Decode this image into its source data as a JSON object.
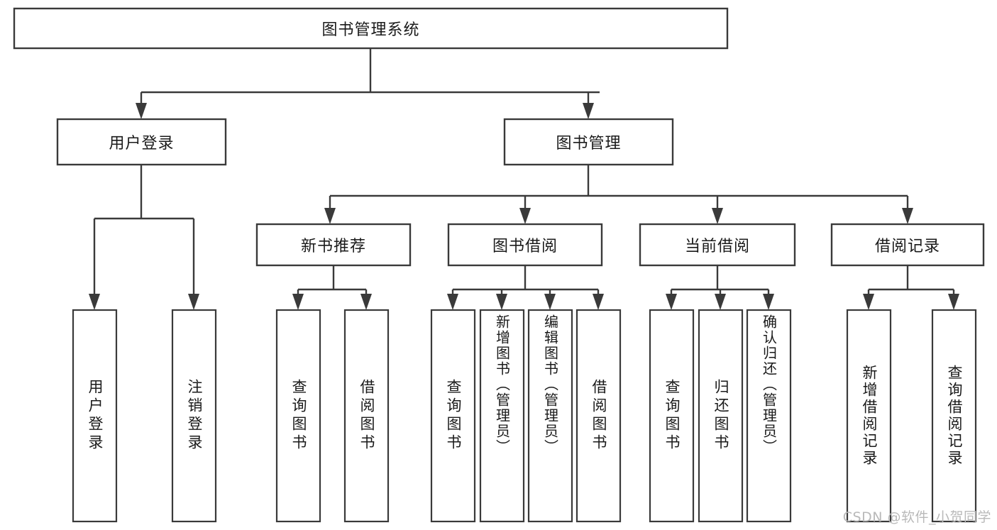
{
  "diagram": {
    "type": "tree-hierarchy",
    "title": "图书管理系统",
    "orientation": "top-down",
    "colors": {
      "box_stroke": "#3a3a3a",
      "box_fill": "#ffffff",
      "text": "#1a1a1a",
      "background": "#ffffff",
      "watermark": "#b9b9b9"
    },
    "nodes": {
      "root": {
        "label": "图书管理系统"
      },
      "level2": [
        {
          "id": "user-login",
          "label": "用户登录"
        },
        {
          "id": "book-manage",
          "label": "图书管理"
        }
      ],
      "level3": [
        {
          "id": "new-book-recommend",
          "label": "新书推荐"
        },
        {
          "id": "book-borrow",
          "label": "图书借阅"
        },
        {
          "id": "current-borrow",
          "label": "当前借阅"
        },
        {
          "id": "borrow-record",
          "label": "借阅记录"
        }
      ],
      "leaves": {
        "user-login": [
          {
            "id": "leaf-user-login",
            "label": "用户登录"
          },
          {
            "id": "leaf-logout",
            "label": "注销登录"
          }
        ],
        "new-book-recommend": [
          {
            "id": "leaf-query-book-1",
            "label": "查询图书"
          },
          {
            "id": "leaf-borrow-book-1",
            "label": "借阅图书"
          }
        ],
        "book-borrow": [
          {
            "id": "leaf-query-book-2",
            "label": "查询图书"
          },
          {
            "id": "leaf-add-book",
            "label": "新增图书（管理员）"
          },
          {
            "id": "leaf-edit-book",
            "label": "编辑图书（管理员）"
          },
          {
            "id": "leaf-borrow-book-2",
            "label": "借阅图书"
          }
        ],
        "current-borrow": [
          {
            "id": "leaf-query-book-3",
            "label": "查询图书"
          },
          {
            "id": "leaf-return-book",
            "label": "归还图书"
          },
          {
            "id": "leaf-confirm-return",
            "label": "确认归还（管理员）"
          }
        ],
        "borrow-record": [
          {
            "id": "leaf-add-record",
            "label": "新增借阅记录"
          },
          {
            "id": "leaf-query-record",
            "label": "查询借阅记录"
          }
        ]
      }
    }
  },
  "watermark": {
    "text": "CSDN @软件_小贺同学"
  }
}
